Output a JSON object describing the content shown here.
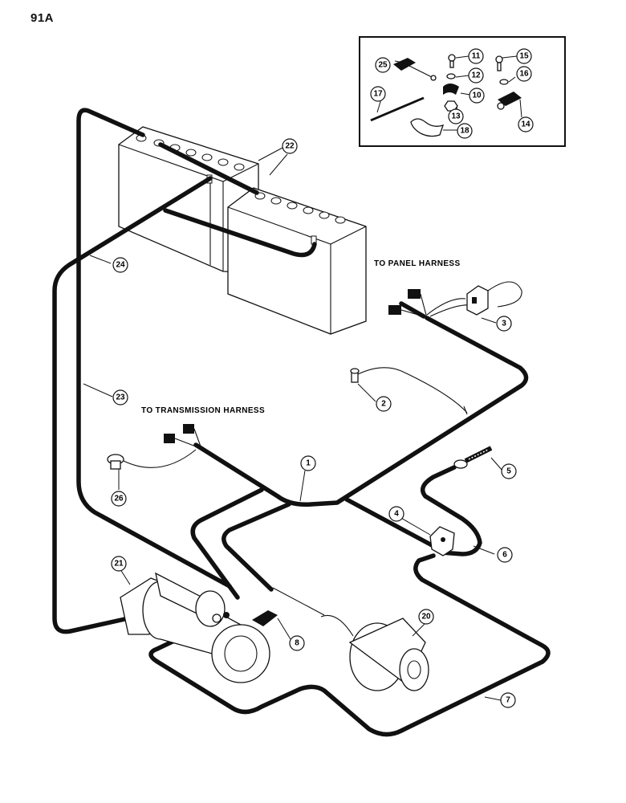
{
  "page_number": "91A",
  "labels": {
    "to_panel_harness": "TO PANEL HARNESS",
    "to_transmission_harness": "TO TRANSMISSION HARNESS"
  },
  "callouts": [
    {
      "id": "c1",
      "text": "1"
    },
    {
      "id": "c2",
      "text": "2"
    },
    {
      "id": "c3",
      "text": "3"
    },
    {
      "id": "c4",
      "text": "4"
    },
    {
      "id": "c5",
      "text": "5"
    },
    {
      "id": "c6",
      "text": "6"
    },
    {
      "id": "c7",
      "text": "7"
    },
    {
      "id": "c8",
      "text": "8"
    },
    {
      "id": "c10",
      "text": "10"
    },
    {
      "id": "c11",
      "text": "11"
    },
    {
      "id": "c12",
      "text": "12"
    },
    {
      "id": "c13",
      "text": "13"
    },
    {
      "id": "c14",
      "text": "14"
    },
    {
      "id": "c15",
      "text": "15"
    },
    {
      "id": "c16",
      "text": "16"
    },
    {
      "id": "c17",
      "text": "17"
    },
    {
      "id": "c18",
      "text": "18"
    },
    {
      "id": "c20",
      "text": "20"
    },
    {
      "id": "c21",
      "text": "21"
    },
    {
      "id": "c22",
      "text": "22"
    },
    {
      "id": "c23",
      "text": "23"
    },
    {
      "id": "c24",
      "text": "24"
    },
    {
      "id": "c25",
      "text": "25"
    },
    {
      "id": "c26",
      "text": "26"
    }
  ]
}
